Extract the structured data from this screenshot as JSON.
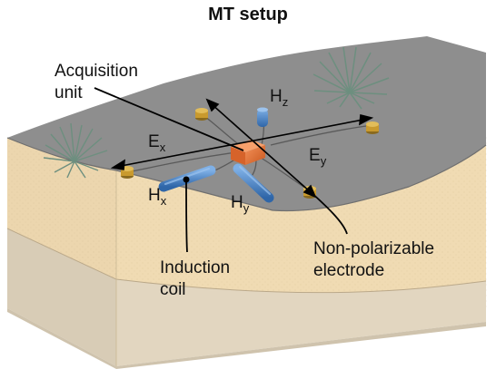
{
  "title": "MT setup",
  "labels": {
    "acquisition_line1": "Acquisition",
    "acquisition_line2": "unit",
    "ex_main": "E",
    "ex_sub": "x",
    "ey_main": "E",
    "ey_sub": "y",
    "hx_main": "H",
    "hx_sub": "x",
    "hy_main": "H",
    "hy_sub": "y",
    "hz_main": "H",
    "hz_sub": "z",
    "induction_line1": "Induction",
    "induction_line2": "coil",
    "electrode_line1": "Non-polarizable",
    "electrode_line2": "electrode"
  },
  "colors": {
    "ground_surface": "#8e8e8e",
    "soil_upper": "#e9d3ab",
    "soil_lower": "#d9ccb5",
    "coil": "#4a86c9",
    "acquisition_unit": "#e8743a",
    "electrode": "#c99a2e",
    "plant": "#7c9a8c"
  }
}
